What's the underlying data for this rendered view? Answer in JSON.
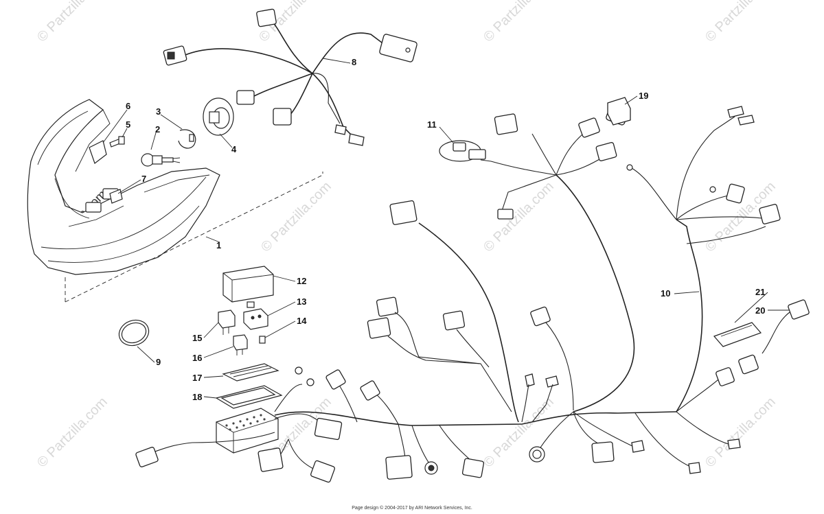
{
  "watermark": "© Partzilla.com",
  "footer": "Page design © 2004-2017 by ARI Network Services, Inc.",
  "callouts": [
    "1",
    "2",
    "3",
    "4",
    "5",
    "6",
    "7",
    "8",
    "9",
    "10",
    "11",
    "12",
    "13",
    "14",
    "15",
    "16",
    "17",
    "18",
    "19",
    "20",
    "21"
  ]
}
